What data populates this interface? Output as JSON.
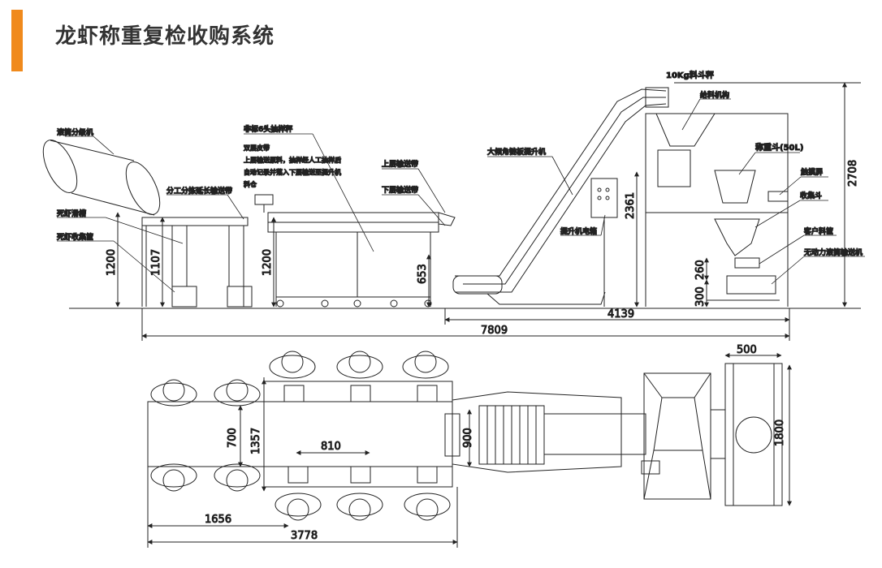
{
  "header": {
    "title": "龙虾称重复检收购系统",
    "accent_color": "#F08A1C"
  },
  "side_view": {
    "labels": {
      "drum_sorter": "滚筒分级机",
      "manual_conveyor": "分工分拣延长输送带",
      "dead_chute": "死虾滑槽",
      "dead_box": "死虾收集筐",
      "weigher_6head": "非标6头抽样秤",
      "weigher_note_1": "双层皮带",
      "weigher_note_2": "上层输送原料，抽样经人工抽样后",
      "weigher_note_3": "自动记录并落入下层输送至提升机",
      "weigher_note_4": "料仓",
      "upper_belt": "上层输送带",
      "lower_belt": "下层输送带",
      "elevator": "大倾角链板提升机",
      "elevator_box": "提升机电箱",
      "hopper_scale": "10Kg料斗秤",
      "feeder": "给料机构",
      "weigh_hopper": "称重斗(50L)",
      "display": "触摸屏",
      "collect_hopper": "收集斗",
      "customer_basket": "客户料筐",
      "roller_conveyor": "无动力滚筒输送机"
    },
    "dimensions": {
      "h1200_left": "1200",
      "h1107": "1107",
      "h1200_mid": "1200",
      "h653": "653",
      "h2361": "2361",
      "h2708": "2708",
      "h260": "260",
      "h300": "300",
      "w4139": "4139",
      "w7809": "7809"
    }
  },
  "top_view": {
    "dimensions": {
      "w700": "700",
      "w1357": "1357",
      "w810": "810",
      "w900": "900",
      "w500": "500",
      "h1800": "1800",
      "w1656": "1656",
      "w3778": "3778"
    }
  }
}
